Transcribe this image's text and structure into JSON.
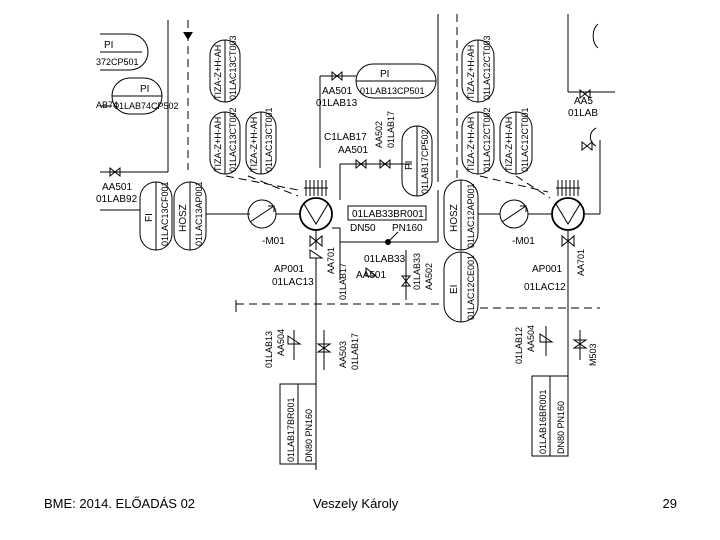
{
  "footer": {
    "left": "BME: 2014. ELŐADÁS 02",
    "center": "Veszely Károly",
    "page": "29"
  },
  "diagram": {
    "instruments": {
      "pi_372cp501": [
        "PI",
        "372CP501"
      ],
      "pi_01lab74cp502": [
        "PI",
        "01LAB74CP502"
      ],
      "pi_01lab13cp501": [
        "PI",
        "01LAB13CP501"
      ],
      "pi_01lab17cp502": [
        "PI",
        "01LAB17CP502"
      ],
      "tiza_01lac13ct003": [
        "TIZA-Z+H-AH",
        "01LAC13CT003"
      ],
      "tiza_01lac13ct002": [
        "TIZA-Z+H-AH",
        "01LAC13CT002"
      ],
      "tiza_01lac13ct001": [
        "TIZA-Z+H-AH",
        "01LAC13CT001"
      ],
      "fi_01lac13cf001": [
        "FI",
        "01LAC13CF001"
      ],
      "hosz_01lac13ap001": [
        "HOSZ",
        "01LAC13AP001"
      ],
      "tiza_01lac12ct003": [
        "TIZA-Z+H-AH",
        "01LAC12CT003"
      ],
      "tiza_01lac12ct002": [
        "TIZA-Z+H-AH",
        "01LAC12CT002"
      ],
      "tiza_01lac12ct001": [
        "TIZA-Z+H-AH",
        "01LAC12CT001"
      ],
      "hosz_01lac12ap001": [
        "HOSZ",
        "01LAC12AP001"
      ],
      "ei_01lac12ce001": [
        "EI",
        "01LAC12CE001"
      ]
    },
    "tags": {
      "aa501_top": "AA501",
      "lab13_top": "01LAB13",
      "lab17": "C1LAB17",
      "aa501_mid": "AA501",
      "aa502_v": "AA502",
      "lab17_v": "01LAB17",
      "aa501_left": "AA501",
      "lab92": "01LAB92",
      "m01_left": "-M01",
      "m01_right": "-M01",
      "lab33br001": "01LAB33BR001",
      "dn50": "DN50",
      "pn160": "PN160",
      "lab33_h": "01LAB33",
      "aa501_bot": "AA501",
      "lab33_v": "01LAB33",
      "aa502_bot": "AA502",
      "ap001_left": "AP001",
      "lac13": "01LAC13",
      "aa701": "AA701",
      "lab17_low": "01LAB17",
      "ap001_right": "AP001",
      "lac12": "01LAC12",
      "aa701_right": "AA701",
      "aa5_partial": "AA5",
      "lab_partial": "01LAB",
      "lab74_partial": "AB74",
      "lab13_v": "01LAB13",
      "aa504_left": "AA504",
      "aa503": "AA503",
      "lab17_v2": "01LAB17",
      "lab12_v": "01LAB12",
      "aa504_right": "AA504",
      "m503": "M503",
      "lab17br001": "01LAB17BR001",
      "dn80_pn160_left": "DN80  PN160",
      "lab16br001": "01LAB16BR001",
      "dn80_pn160_right": "DN80  PN160"
    }
  }
}
